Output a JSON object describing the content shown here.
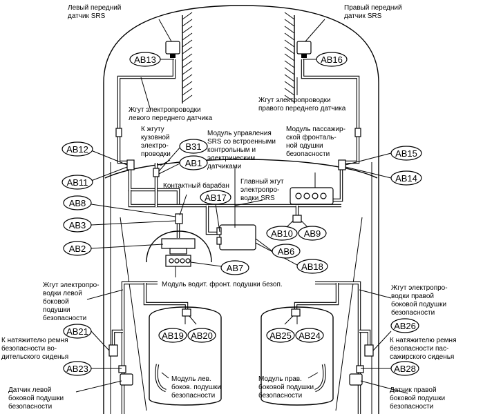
{
  "labels": {
    "left_front_sensor": [
      "Левый передний",
      "датчик SRS"
    ],
    "right_front_sensor": [
      "Правый передний",
      "датчик SRS"
    ],
    "left_front_harness": [
      "Жгут электропроводки",
      "левого переднего датчика"
    ],
    "right_front_harness": [
      "Жгут электропроводки",
      "правого переднего датчика"
    ],
    "body_harness": [
      "К жгуту",
      "кузовной",
      "электро-",
      "проводки"
    ],
    "srs_control_module": [
      "Модуль управления",
      "SRS со встроенными",
      "контрольным и",
      "электрическим",
      "датчиками"
    ],
    "passenger_front_airbag": [
      "Модуль пассажир-",
      "ской фронталь-",
      "ной одушки",
      "безопасности"
    ],
    "clock_spring": [
      "Контактный барабан"
    ],
    "srs_main_harness": [
      "Главный жгут",
      "электропро-",
      "водки  SRS"
    ],
    "driver_front_airbag": [
      "Модуль водит. фронт. подушки  безоп."
    ],
    "left_side_harness": [
      "Жгут электропро-",
      "водки  левой",
      "боковой",
      "подушки",
      "безопасности"
    ],
    "right_side_harness": [
      "Жгут электропро-",
      "водки  правой",
      "боковой подушки",
      "безопасности"
    ],
    "driver_pretensioner": [
      "К натяжителю ремня",
      "безопасности  во-",
      "дительского сиденья"
    ],
    "passenger_pretensioner": [
      "К натяжителю ремня",
      "безопасности  пас-",
      "сажирского сиденья"
    ],
    "left_side_sensor": [
      "Датчик левой",
      "боковой подушки",
      "безопасности"
    ],
    "right_side_sensor": [
      "Датчик правой",
      "боковой подушки",
      "безопасности"
    ],
    "left_side_airbag": [
      "Модуль лев.",
      "боков. подушки",
      "безопасности"
    ],
    "right_side_airbag": [
      "Модуль прав.",
      "боковой подушки",
      "безопасности"
    ]
  },
  "connectors": {
    "AB13": "AB13",
    "AB16": "AB16",
    "AB12": "AB12",
    "AB11": "AB11",
    "B31": "B31",
    "AB1": "AB1",
    "AB15": "AB15",
    "AB14": "AB14",
    "AB8": "AB8",
    "AB3": "AB3",
    "AB2": "AB2",
    "AB17": "AB17",
    "AB10": "AB10",
    "AB9": "AB9",
    "AB6": "AB6",
    "AB7": "AB7",
    "AB18": "AB18",
    "AB19": "AB19",
    "AB20": "AB20",
    "AB25": "AB25",
    "AB24": "AB24",
    "AB21": "AB21",
    "AB26": "AB26",
    "AB23": "AB23",
    "AB28": "AB28"
  }
}
